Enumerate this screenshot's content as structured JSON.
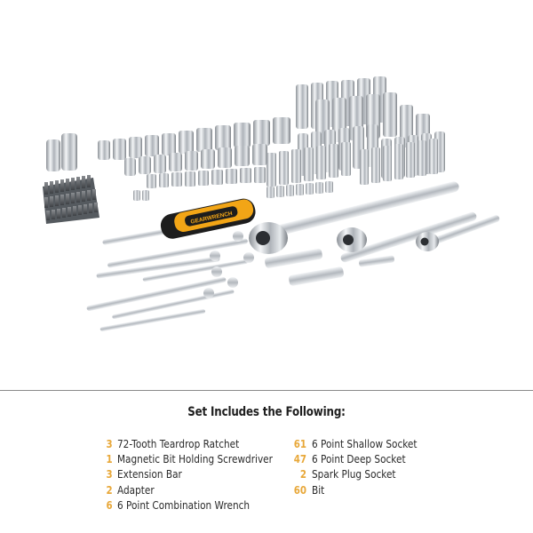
{
  "product": {
    "image_alt": "Mechanics tool set with sockets, ratchets, wrenches, screwdriver and bits",
    "brand_label": "GEARWRENCH",
    "colors": {
      "accent": "#e8a83a",
      "screwdriver_handle": "#f2a516",
      "chrome": "#c9cdd2",
      "text": "#2a2a2a",
      "divider": "#8a8a8a"
    }
  },
  "contents": {
    "title": "Set Includes the Following:",
    "left_items": [
      {
        "qty": "3",
        "name": "72-Tooth Teardrop Ratchet"
      },
      {
        "qty": "1",
        "name": "Magnetic Bit Holding Screwdriver"
      },
      {
        "qty": "3",
        "name": "Extension Bar"
      },
      {
        "qty": "2",
        "name": "Adapter"
      },
      {
        "qty": "6",
        "name": "6 Point Combination Wrench"
      }
    ],
    "right_items": [
      {
        "qty": "61",
        "name": "6 Point Shallow Socket"
      },
      {
        "qty": "47",
        "name": "6 Point Deep Socket"
      },
      {
        "qty": "2",
        "name": "Spark Plug Socket"
      },
      {
        "qty": "60",
        "name": "Bit"
      }
    ]
  }
}
